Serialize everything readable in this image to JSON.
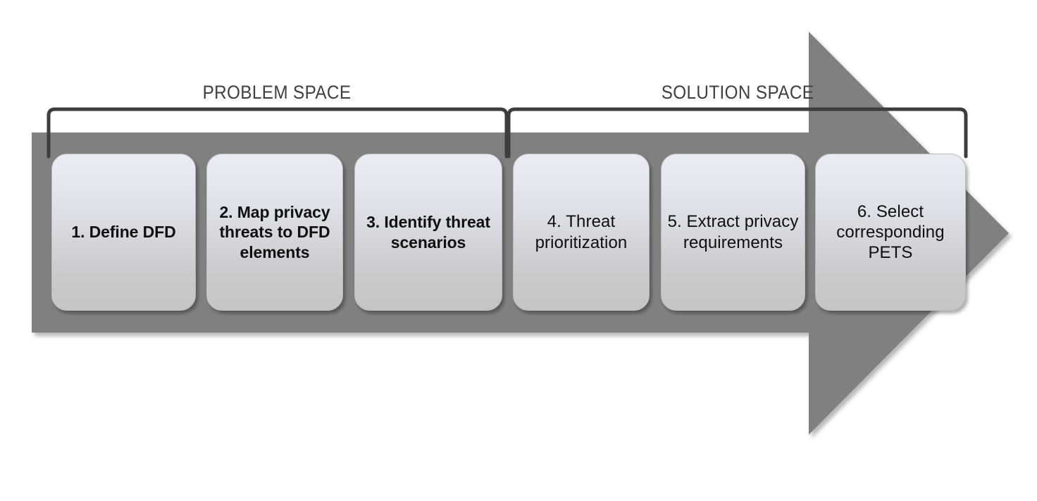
{
  "diagram": {
    "title": "Privacy threat modeling methodology process flow",
    "arrow": {
      "name": "process-arrow",
      "color": "#808080"
    },
    "sections": [
      {
        "id": "problem-space",
        "label": "PROBLEM SPACE",
        "bracket_color": "#3d3d3d"
      },
      {
        "id": "solution-space",
        "label": "SOLUTION SPACE",
        "bracket_color": "#3d3d3d"
      }
    ],
    "steps": [
      {
        "number": "1",
        "label": "1. Define DFD",
        "emphasis": "bold",
        "section": "problem-space"
      },
      {
        "number": "2",
        "label": "2. Map privacy threats to DFD elements",
        "emphasis": "bold",
        "section": "problem-space"
      },
      {
        "number": "3",
        "label": "3. Identify threat scenarios",
        "emphasis": "bold",
        "section": "problem-space"
      },
      {
        "number": "4",
        "label": "4. Threat prioritization",
        "emphasis": "regular",
        "section": "solution-space"
      },
      {
        "number": "5",
        "label": "5. Extract privacy requirements",
        "emphasis": "regular",
        "section": "solution-space"
      },
      {
        "number": "6",
        "label": "6. Select corresponding PETS",
        "emphasis": "regular",
        "section": "solution-space"
      }
    ],
    "colors": {
      "arrow_grey": "#808080",
      "box_gradient_top": "#e9ecf3",
      "box_gradient_bottom": "#c4c5c7",
      "label_text": "#3f3f3f",
      "box_text": "#0f0f0f",
      "background": "#ffffff"
    }
  }
}
